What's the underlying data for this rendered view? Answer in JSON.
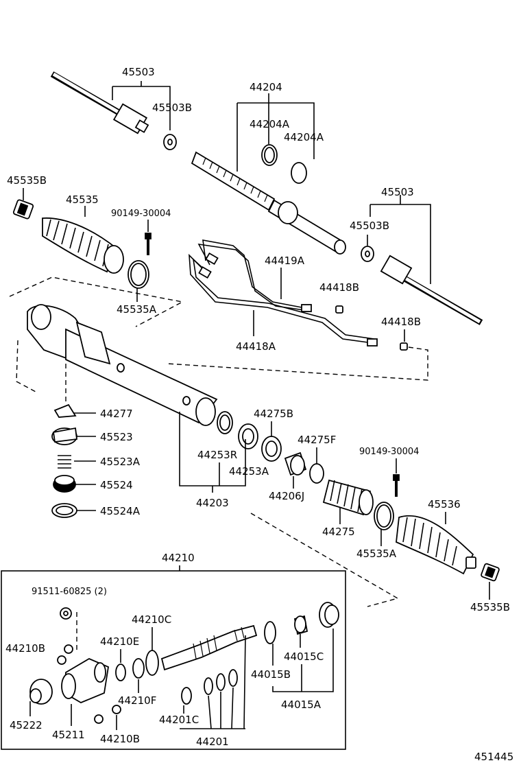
{
  "diagram_id": "451445",
  "parts": {
    "p45503_top": "45503",
    "p45503B_top": "45503B",
    "p44204": "44204",
    "p44204A_1": "44204A",
    "p44204A_2": "44204A",
    "p45535B_top": "45535B",
    "p45535": "45535",
    "p90149_top": "90149-30004",
    "p45503_right": "45503",
    "p45503B_right": "45503B",
    "p44419A": "44419A",
    "p44418B_1": "44418B",
    "p44418B_2": "44418B",
    "p45535A_top": "45535A",
    "p44418A": "44418A",
    "p44277": "44277",
    "p45523": "45523",
    "p45523A": "45523A",
    "p45524": "45524",
    "p45524A": "45524A",
    "p44275B": "44275B",
    "p44253R": "44253R",
    "p44253A": "44253A",
    "p44275F": "44275F",
    "p90149_mid": "90149-30004",
    "p44206J": "44206J",
    "p44203": "44203",
    "p44275": "44275",
    "p45536": "45536",
    "p45535A_mid": "45535A",
    "p45535B_bot": "45535B",
    "p44210": "44210",
    "p91511": "91511-60825 (2)",
    "p44210C": "44210C",
    "p44210B_1": "44210B",
    "p44210E": "44210E",
    "p44015C": "44015C",
    "p44015B": "44015B",
    "p44210F": "44210F",
    "p45222": "45222",
    "p44201C": "44201C",
    "p44015A": "44015A",
    "p45211": "45211",
    "p44210B_2": "44210B",
    "p44201": "44201"
  }
}
